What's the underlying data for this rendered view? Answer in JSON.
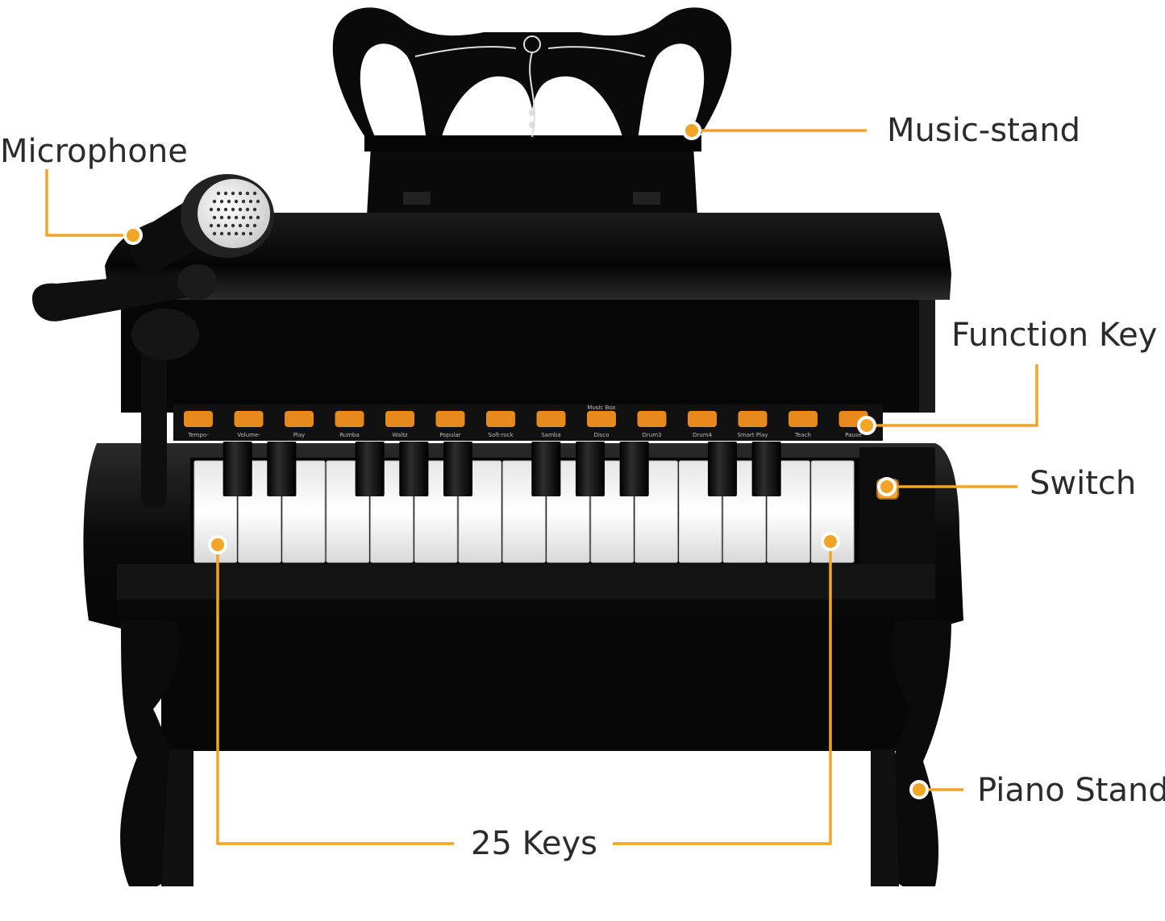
{
  "labels": {
    "microphone": "Microphone",
    "music_stand": "Music-stand",
    "function_key": "Function Key",
    "switch": "Switch",
    "piano_stand": "Piano Stand",
    "keys": "25 Keys"
  },
  "function_keys": [
    {
      "top": "",
      "bottom": "Tempo-"
    },
    {
      "top": "",
      "bottom": "Volume-"
    },
    {
      "top": "",
      "bottom": "Play"
    },
    {
      "top": "",
      "bottom": "Rumba"
    },
    {
      "top": "",
      "bottom": "Waltz"
    },
    {
      "top": "",
      "bottom": "Popular"
    },
    {
      "top": "",
      "bottom": "Soft-rock"
    },
    {
      "top": "",
      "bottom": "Samba"
    },
    {
      "top": "Music Box",
      "bottom": "Disco"
    },
    {
      "top": "",
      "bottom": "Drum3"
    },
    {
      "top": "",
      "bottom": "Drum4"
    },
    {
      "top": "",
      "bottom": "Smart Play"
    },
    {
      "top": "",
      "bottom": "Teach"
    },
    {
      "top": "",
      "bottom": "Pause"
    }
  ],
  "keyboard": {
    "white_keys": 15,
    "black_key_pattern": [
      1,
      1,
      0,
      1,
      1,
      1,
      0,
      1,
      1,
      1,
      0,
      1,
      1,
      0
    ]
  },
  "colors": {
    "accent": "#f2a427",
    "piano_body": "#0b0b0b",
    "function_button": "#e8891e",
    "label_text": "#2b2b2b"
  }
}
